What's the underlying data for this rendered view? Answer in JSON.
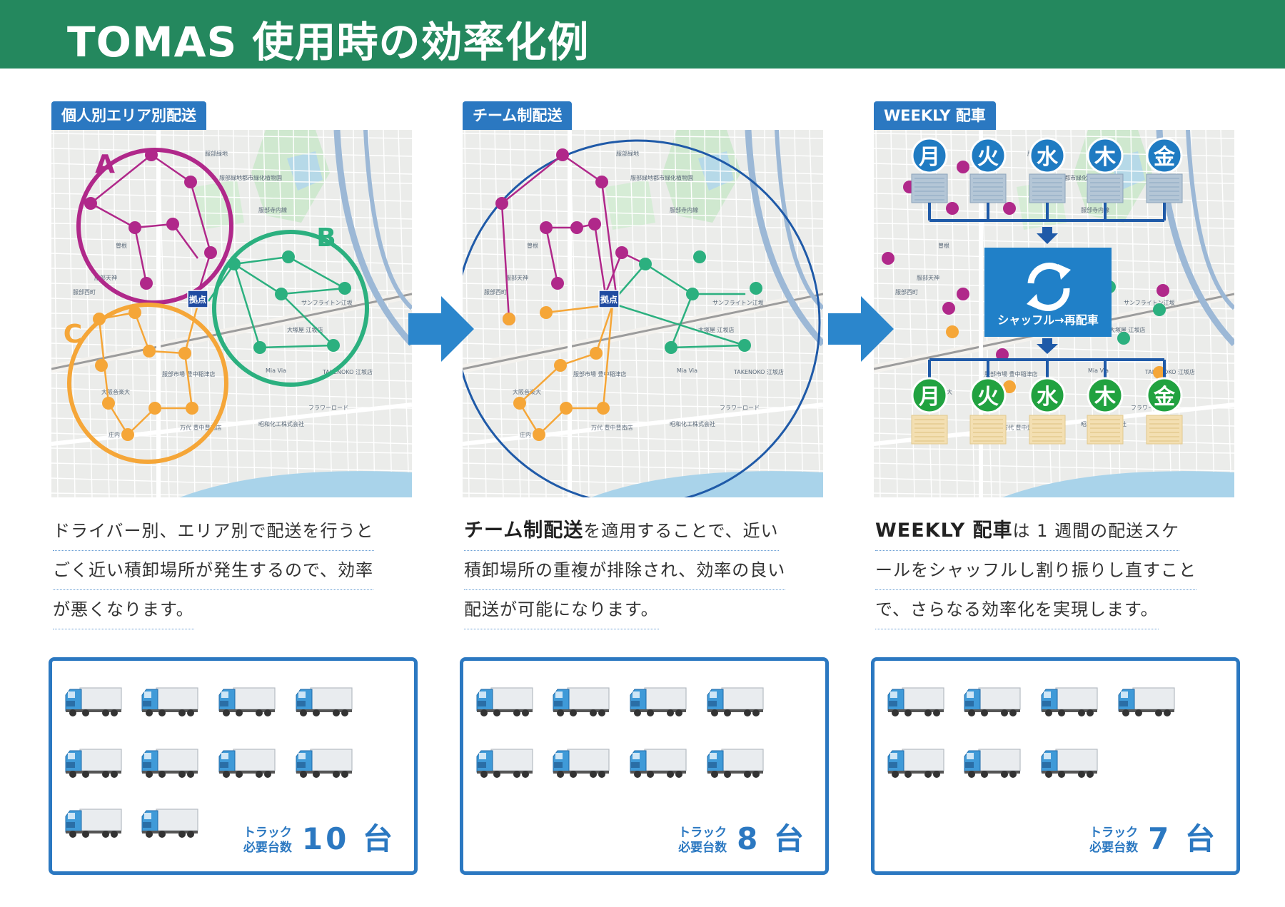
{
  "title": "TOMAS 使用時の効率化例",
  "colors": {
    "header_green": "#24885e",
    "accent_blue": "#2b78c1",
    "route_a": "#b0288a",
    "route_b": "#2bb07f",
    "route_c": "#f5a638",
    "team_circle": "#1f5aa8",
    "day_green": "#21a240",
    "day_blue": "#1f7bc2"
  },
  "panels": [
    {
      "tag": "個人別エリア別配送",
      "areas": [
        "A",
        "B",
        "C"
      ],
      "base_label": "拠点",
      "map_labels": [
        "服部緑地",
        "服部緑地都市緑化植物園",
        "曽根",
        "サンフライトン江坂",
        "大塚屋 江坂店",
        "Mia Via",
        "TAKENOKO 江坂店",
        "服部西町",
        "服部天神",
        "服部市場 豊中稲津店",
        "大阪音楽大",
        "万代 豊中豊南店",
        "昭和化工株式会社",
        "フラワーロード",
        "庄内",
        "服部寺内線"
      ],
      "desc_lines": [
        "ドライバー別、エリア別で配送を行うと",
        "ごく近い積卸場所が発生するので、効率",
        "が悪くなります。"
      ],
      "desc_bold": "",
      "count_label_1": "トラック",
      "count_label_2": "必要台数",
      "count_value": "10 台",
      "trucks": 10
    },
    {
      "tag": "チーム制配送",
      "base_label": "拠点",
      "desc_bold": "チーム制配送",
      "desc_lines": [
        "を適用することで、近い",
        "積卸場所の重複が排除され、効率の良い",
        "配送が可能になります。"
      ],
      "count_label_1": "トラック",
      "count_label_2": "必要台数",
      "count_value": "8 台",
      "trucks": 8
    },
    {
      "tag": "WEEKLY 配車",
      "days_top": [
        "月",
        "火",
        "水",
        "木",
        "金"
      ],
      "days_bottom": [
        "月",
        "火",
        "水",
        "木",
        "金"
      ],
      "shuffle_label": "シャッフル→再配車",
      "desc_bold": "WEEKLY 配車",
      "desc_lines": [
        "は 1 週間の配送スケ",
        "ールをシャッフルし割り振りし直すこと",
        "で、さらなる効率化を実現します。"
      ],
      "count_label_1": "トラック",
      "count_label_2": "必要台数",
      "count_value": "7 台",
      "trucks": 7
    }
  ]
}
